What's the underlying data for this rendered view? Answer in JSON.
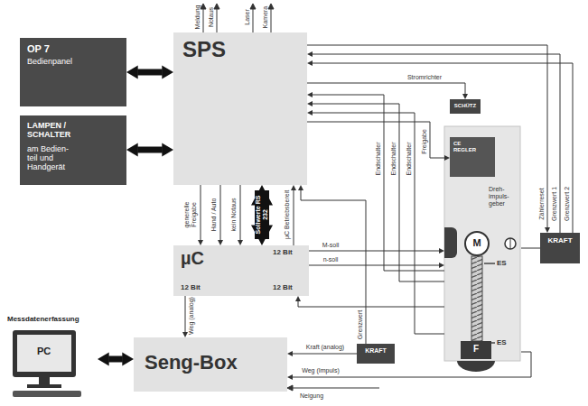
{
  "diagram": {
    "nodes": [
      {
        "text": [
          "OP 7",
          "Bedienpanel"
        ]
      },
      {
        "text": [
          "LAMPEN / SCHALTER",
          "am Bedien- teil und Handgerät"
        ]
      },
      {
        "text": [
          "SPS"
        ]
      },
      {
        "text": [
          "µC",
          "12 Bit",
          "12 Bit",
          "12 Bit"
        ]
      },
      {
        "text": [
          "Seng-Box"
        ]
      },
      {
        "text": [
          "Messdatenerfassung",
          "PC"
        ]
      },
      {
        "text": [
          "Dreh- impuls- geber",
          "ES",
          "ES"
        ]
      },
      {
        "text": [
          "CE REGLER"
        ],
        "in": 6
      },
      {
        "text": [
          "M"
        ],
        "in": 6
      },
      {
        "text": [
          "F"
        ],
        "in": 6
      },
      {
        "text": [
          "SCHÜTZ"
        ]
      },
      {
        "text": [
          "KRAFT"
        ]
      },
      {
        "text": [
          "KRAFT"
        ]
      }
    ],
    "edges": [
      {
        "from": 0,
        "to": 2,
        "arrow": "both"
      },
      {
        "from": 1,
        "to": 2,
        "arrow": "both"
      },
      {
        "from": 2,
        "to": 3,
        "label": "generelle Freigabe",
        "arrow": "to"
      },
      {
        "from": 2,
        "to": 3,
        "label": "Hand / Auto",
        "arrow": "to"
      },
      {
        "from": 2,
        "to": 3,
        "label": "kein Notaus",
        "arrow": "to"
      },
      {
        "from": 2,
        "to": 3,
        "label": "Sollwerte RS 232",
        "arrow": "both"
      },
      {
        "from": 3,
        "to": 2,
        "label": "µC Betriebsbereit",
        "arrow": "to"
      },
      {
        "from": 3,
        "to": 6,
        "label": "M-soll",
        "arrow": "to"
      },
      {
        "from": 3,
        "to": 6,
        "label": "n-soll",
        "arrow": "to"
      },
      {
        "from": 6,
        "to": 2,
        "label": "Endschalter",
        "arrow": "to"
      },
      {
        "from": 6,
        "to": 2,
        "label": "Endschalter",
        "arrow": "to"
      },
      {
        "from": 6,
        "to": 2,
        "label": "Endschalter",
        "arrow": "to"
      },
      {
        "from": 2,
        "to": 7,
        "label": "Freigabe",
        "arrow": "to"
      },
      {
        "from": 2,
        "to": 10,
        "label": "Stromrichter",
        "arrow": "to"
      },
      {
        "from": 2,
        "to": 11,
        "label": "Zählerreset",
        "arrow": "to"
      },
      {
        "from": 11,
        "to": 2,
        "label": "Grenzwert 1",
        "arrow": "to"
      },
      {
        "from": 11,
        "to": 2,
        "label": "Grenzwert 2",
        "arrow": "to"
      },
      {
        "from": 12,
        "to": 2,
        "label": "Grenzwert",
        "arrow": "to"
      },
      {
        "from": 12,
        "to": 4,
        "label": "Kraft (analog)",
        "arrow": "to"
      },
      {
        "from": 6,
        "to": 4,
        "label": "Weg (Impuls)",
        "arrow": "to"
      },
      {
        "from": 6,
        "to": 3,
        "arrow": "to"
      },
      {
        "from": 3,
        "to": 4,
        "label": "Weg (analog)",
        "arrow": "to"
      },
      {
        "from": 5,
        "to": 4,
        "arrow": "both"
      },
      {
        "from": 11,
        "to": 6,
        "arrow": "none"
      }
    ],
    "labels": [
      "Meldung",
      "Notaus",
      "Laser",
      "Kamera",
      "Neigung"
    ]
  }
}
